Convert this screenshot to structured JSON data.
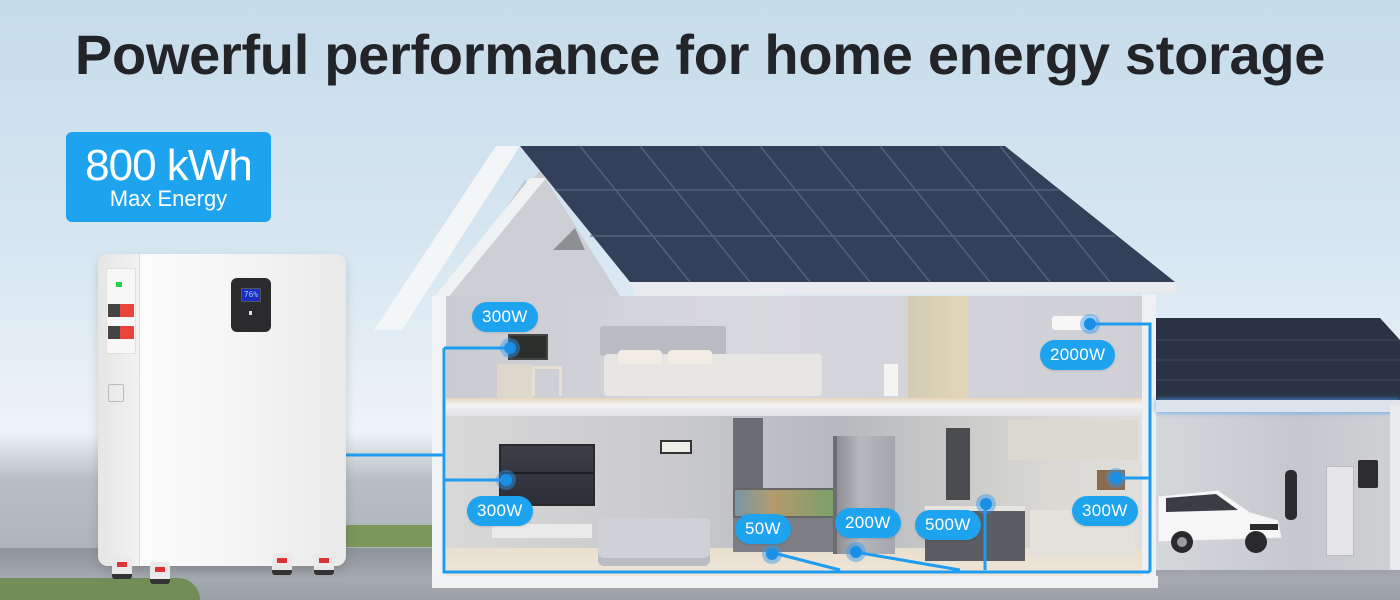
{
  "headline": "Powerful performance for home energy storage",
  "spec_badge": {
    "value": "800 kWh",
    "label": "Max Energy"
  },
  "battery": {
    "lcd_text": "76%",
    "components": [
      "terminal-panel",
      "status-led",
      "display-panel",
      "casters"
    ]
  },
  "loads": [
    {
      "id": "bedroom-computer",
      "label": "300W",
      "room": "bedroom"
    },
    {
      "id": "air-conditioner",
      "label": "2000W",
      "room": "upper-right"
    },
    {
      "id": "tv",
      "label": "300W",
      "room": "living-room"
    },
    {
      "id": "aquarium",
      "label": "50W",
      "room": "living-room"
    },
    {
      "id": "refrigerator",
      "label": "200W",
      "room": "kitchen"
    },
    {
      "id": "coffee-machine",
      "label": "500W",
      "room": "kitchen"
    },
    {
      "id": "range-hood",
      "label": "300W",
      "room": "kitchen"
    }
  ],
  "colors": {
    "accent": "#1ea4ee",
    "wire": "#1e9cf0",
    "headline": "#222428",
    "roof": "#2f3b53",
    "sky_top": "#c6dbea"
  }
}
